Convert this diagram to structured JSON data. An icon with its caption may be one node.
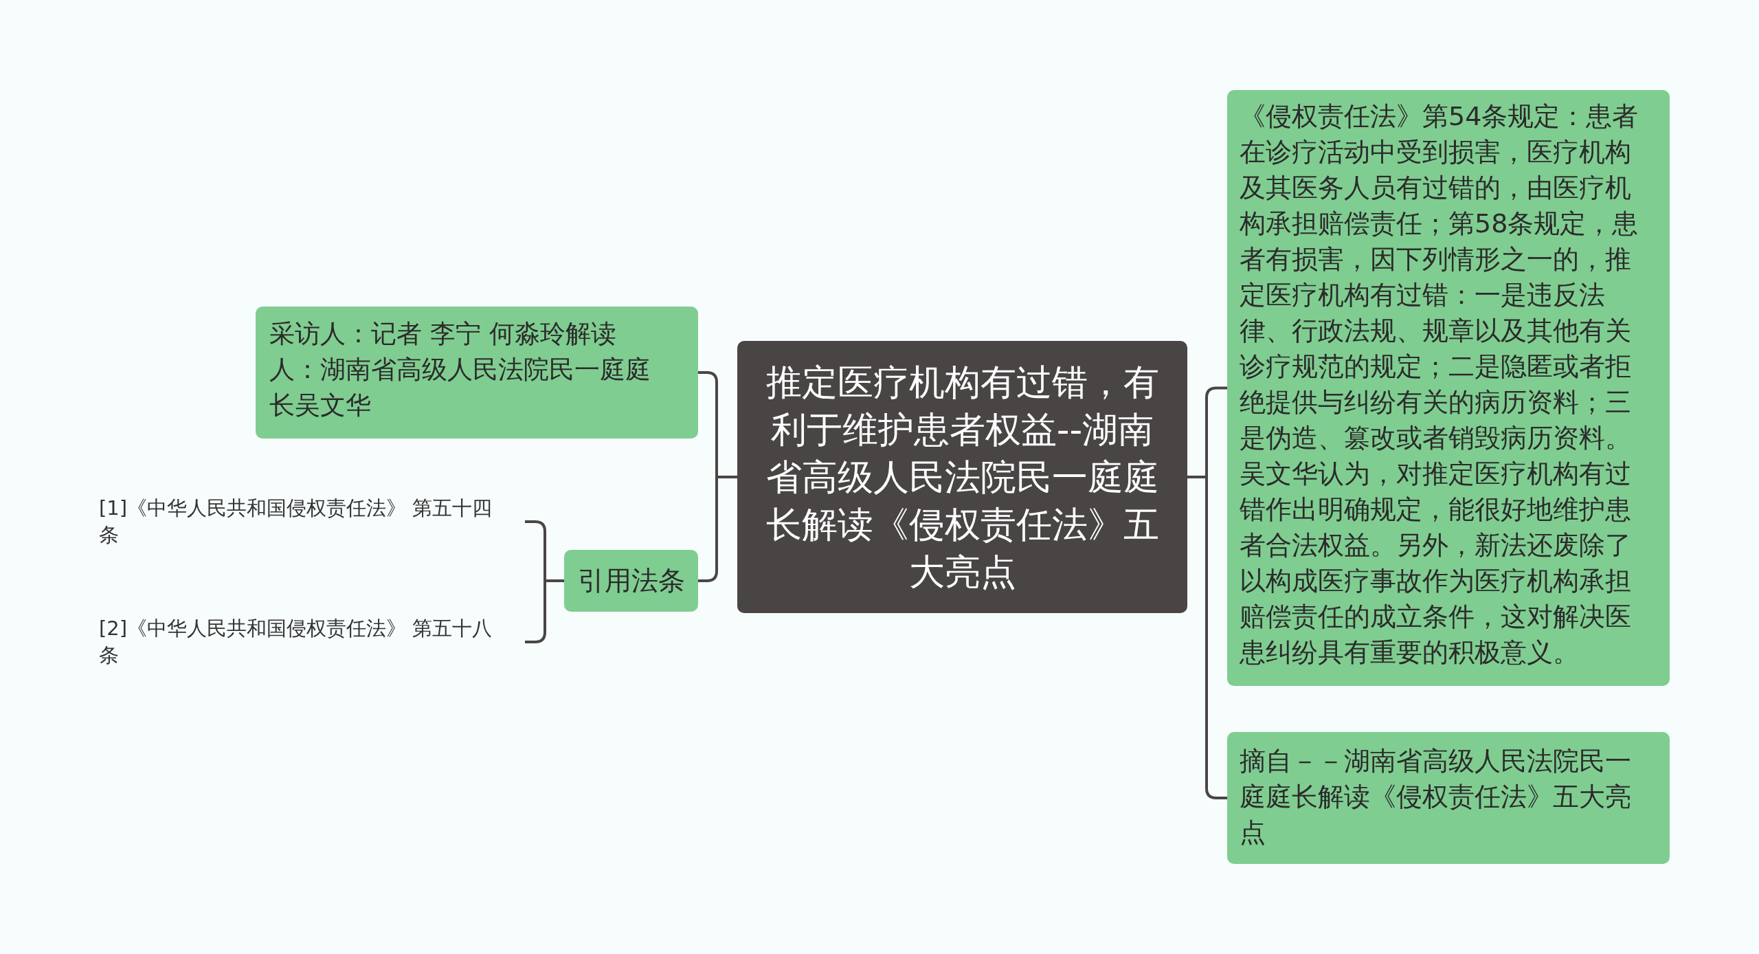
{
  "diagram": {
    "nodes": [
      {
        "text": [
          "推定医疗机构有过错，有利于维护患者权益--湖南省高级人民法院民一庭庭长解读《侵权责任法》五大亮点"
        ]
      },
      {
        "text": [
          "采访人：记者 李宁 何淼玲解读人：湖南省高级人民法院民一庭庭长吴文华"
        ]
      },
      {
        "text": [
          "引用法条"
        ]
      },
      {
        "text": [
          "[1]《中华人民共和国侵权责任法》 第五十四条"
        ]
      },
      {
        "text": [
          "[2]《中华人民共和国侵权责任法》 第五十八条"
        ]
      },
      {
        "text": [
          "《侵权责任法》第54条规定：患者在诊疗活动中受到损害，医疗机构及其医务人员有过错的，由医疗机构承担赔偿责任；第58条规定，患者有损害，因下列情形之一的，推定医疗机构有过错：一是违反法律、行政法规、规章以及其他有关诊疗规范的规定；二是隐匿或者拒绝提供与纠纷有关的病历资料；三是伪造、篡改或者销毁病历资料。吴文华认为，对推定医疗机构有过错作出明确规定，能很好地维护患者合法权益。另外，新法还废除了以构成医疗事故作为医疗机构承担赔偿责任的成立条件，这对解决医患纠纷具有重要的积极意义。"
        ]
      },
      {
        "text": [
          "摘自－－湖南省高级人民法院民一庭庭长解读《侵权责任法》五大亮点"
        ]
      }
    ],
    "edges": [
      {
        "from": 0,
        "to": 1,
        "arrow": "none"
      },
      {
        "from": 0,
        "to": 2,
        "arrow": "none"
      },
      {
        "from": 2,
        "to": 3,
        "arrow": "none"
      },
      {
        "from": 2,
        "to": 4,
        "arrow": "none"
      },
      {
        "from": 0,
        "to": 5,
        "arrow": "none"
      },
      {
        "from": 0,
        "to": 6,
        "arrow": "none"
      }
    ]
  }
}
